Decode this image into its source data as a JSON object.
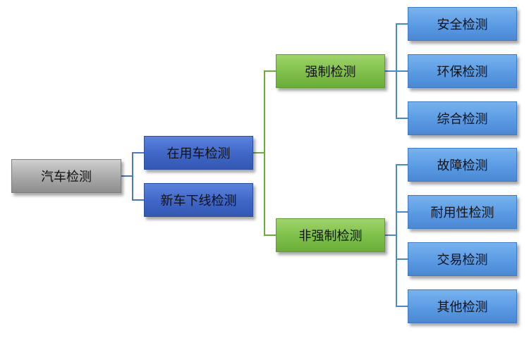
{
  "diagram": {
    "root": "汽车检测",
    "level1": [
      "在用车检测",
      "新车下线检测"
    ],
    "level2": [
      "强制检测",
      "非强制检测"
    ],
    "mandatory_children": [
      "安全检测",
      "环保检测",
      "综合检测"
    ],
    "non_mandatory_children": [
      "故障检测",
      "耐用性检测",
      "交易检测",
      "其他检测"
    ]
  },
  "colors": {
    "connector_blue": "#4a78c8",
    "connector_green": "#6aad39",
    "connector_light_blue": "#4a88d3"
  }
}
